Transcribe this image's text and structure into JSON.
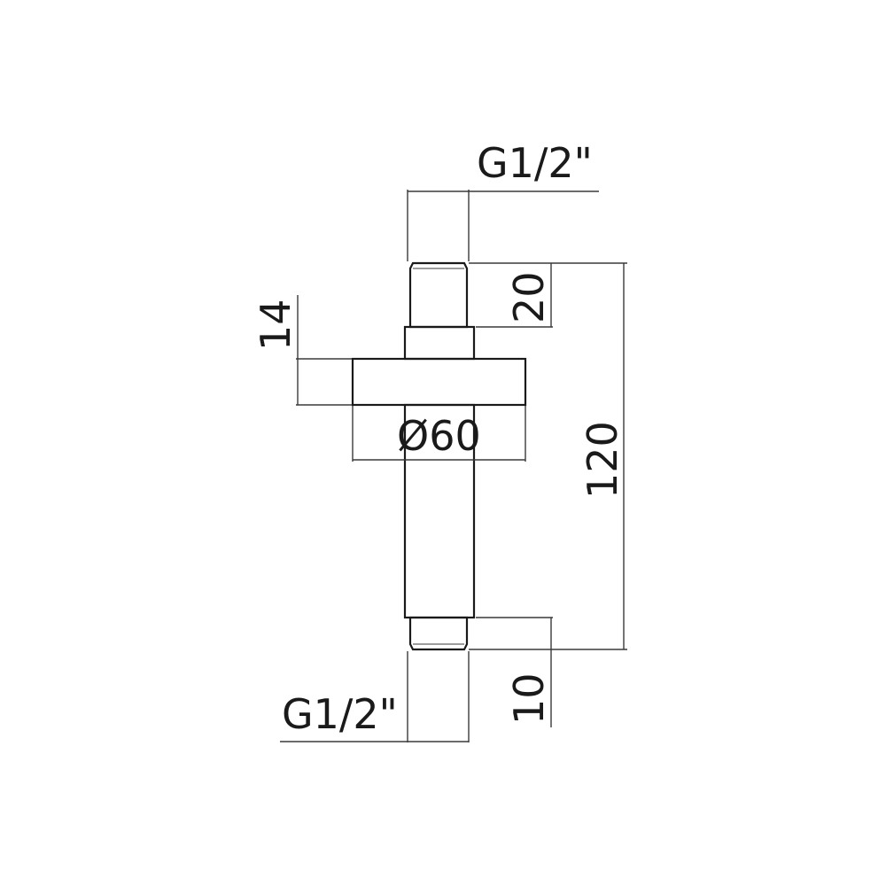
{
  "drawing": {
    "colors": {
      "line": "#1a1a1a",
      "background": "#ffffff"
    },
    "dimensions": {
      "top_thread": "G1/2\"",
      "bottom_thread": "G1/2\"",
      "top_thread_length": "20",
      "bottom_thread_length": "10",
      "flange_thickness": "14",
      "flange_diameter": "Ø60",
      "overall_length": "120"
    }
  }
}
